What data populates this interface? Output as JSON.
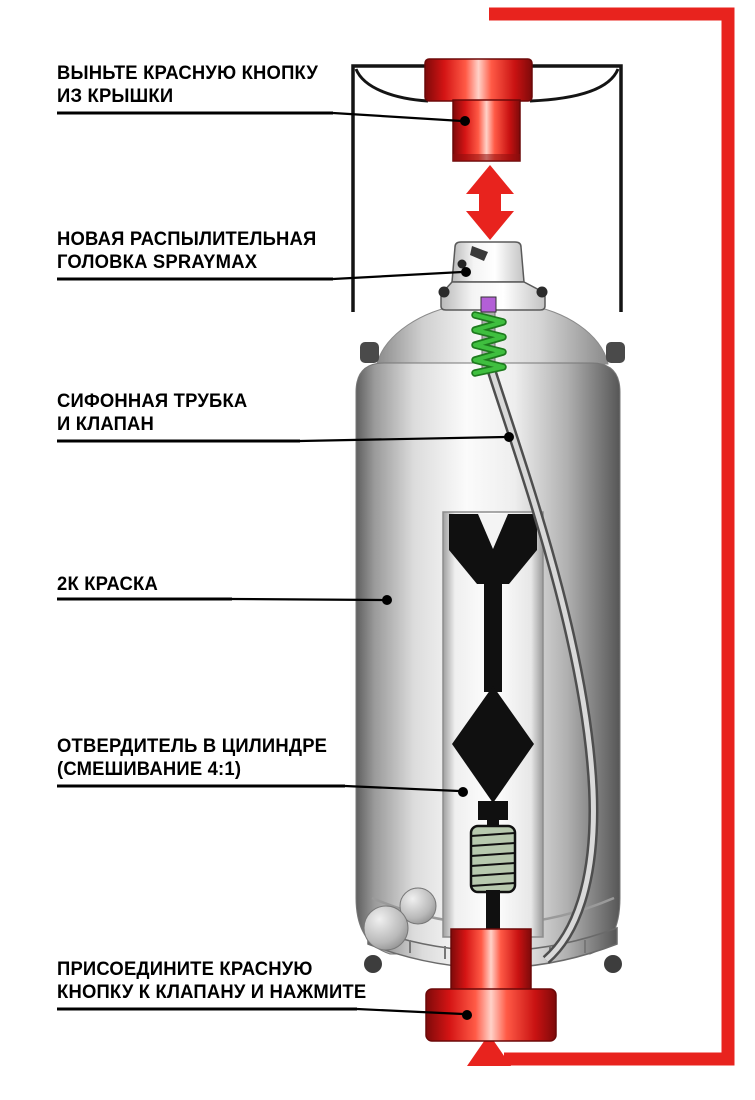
{
  "labels": {
    "remove_button": {
      "line1": "ВЫНЬТЕ КРАСНУЮ КНОПКУ",
      "line2": "ИЗ КРЫШКИ"
    },
    "spray_head": {
      "line1": "НОВАЯ РАСПЫЛИТЕЛЬНАЯ",
      "line2": "ГОЛОВКА SPRAYMAX"
    },
    "siphon_tube": {
      "line1": "СИФОННАЯ ТРУБКА",
      "line2": "И КЛАПАН"
    },
    "paint": {
      "line1": "2К КРАСКА"
    },
    "hardener": {
      "line1": "ОТВЕРДИТЕЛЬ В ЦИЛИНДРЕ",
      "line2": "(СМЕШИВАНИЕ 4:1)"
    },
    "attach_button": {
      "line1": "ПРИСОЕДИНИТЕ КРАСНУЮ",
      "line2": "КНОПКУ К КЛАПАНУ И НАЖМИТЕ"
    }
  },
  "colors": {
    "arrow_red": "#e8231e",
    "spring_green": "#3fbf3f",
    "valve_purple": "#b35fd6",
    "label_black": "#000000",
    "background": "#ffffff"
  },
  "icons": {
    "flow_loop": "red-loop-arrow",
    "pull_out": "double-vertical-arrow-icon",
    "press_up": "up-arrow-icon"
  }
}
